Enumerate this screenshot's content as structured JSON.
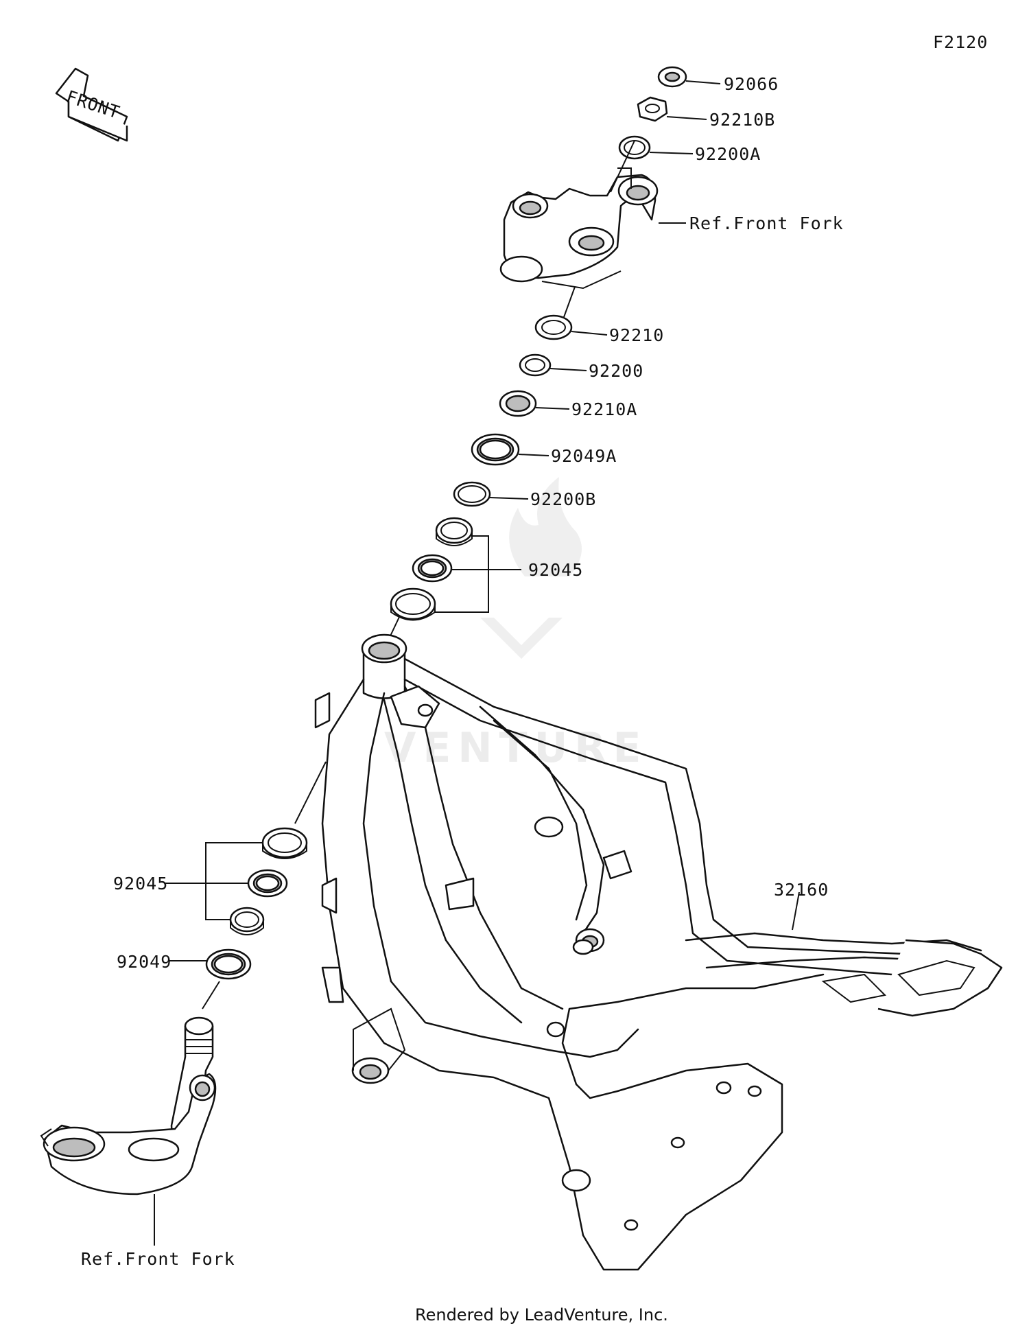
{
  "diagram_code": "F2120",
  "front_arrow_text": "FRONT",
  "watermark_text": "VENTURE",
  "footer": "Rendered by LeadVenture, Inc.",
  "parts": {
    "p92066": "92066",
    "p92210B": "92210B",
    "p92200A": "92200A",
    "ref_top": "Ref.Front Fork",
    "p92210": "92210",
    "p92200": "92200",
    "p92210A": "92210A",
    "p92049A": "92049A",
    "p92200B": "92200B",
    "p92045_top": "92045",
    "p92045_bottom": "92045",
    "p92049": "92049",
    "p32160": "32160",
    "ref_bottom": "Ref.Front Fork"
  }
}
